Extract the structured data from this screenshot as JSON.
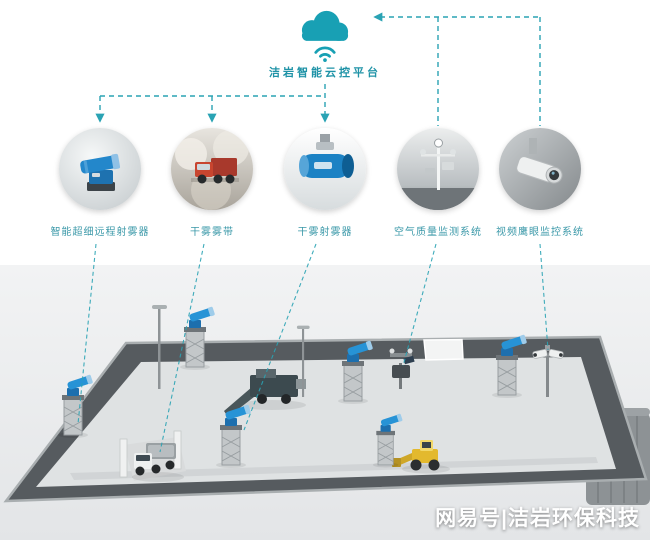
{
  "platform": {
    "label": "洁岩智能云控平台"
  },
  "devices": [
    {
      "id": "smart-remote-fog-cannon",
      "label": "智能超细远程射雾器"
    },
    {
      "id": "dry-fog-belt",
      "label": "干雾雾带"
    },
    {
      "id": "dry-fog-sprayer",
      "label": "干雾射雾器"
    },
    {
      "id": "air-quality-monitoring",
      "label": "空气质量监测系统"
    },
    {
      "id": "video-hawkeye-monitoring",
      "label": "视频鹰眼监控系统"
    }
  ],
  "watermark": {
    "text": "网易号|洁岩环保科技"
  },
  "colors": {
    "accent": "#18a0b4",
    "connector": "#2aa3b4",
    "device_label": "#3a98a8",
    "device_blue": "#2387cb",
    "loader_yellow": "#e3b92e"
  },
  "icons": [
    "cloud-icon",
    "wifi-icon",
    "fog-cannon-photo",
    "fog-truck-photo",
    "dry-fog-sprayer-photo",
    "air-quality-station-photo",
    "camera-photo"
  ]
}
